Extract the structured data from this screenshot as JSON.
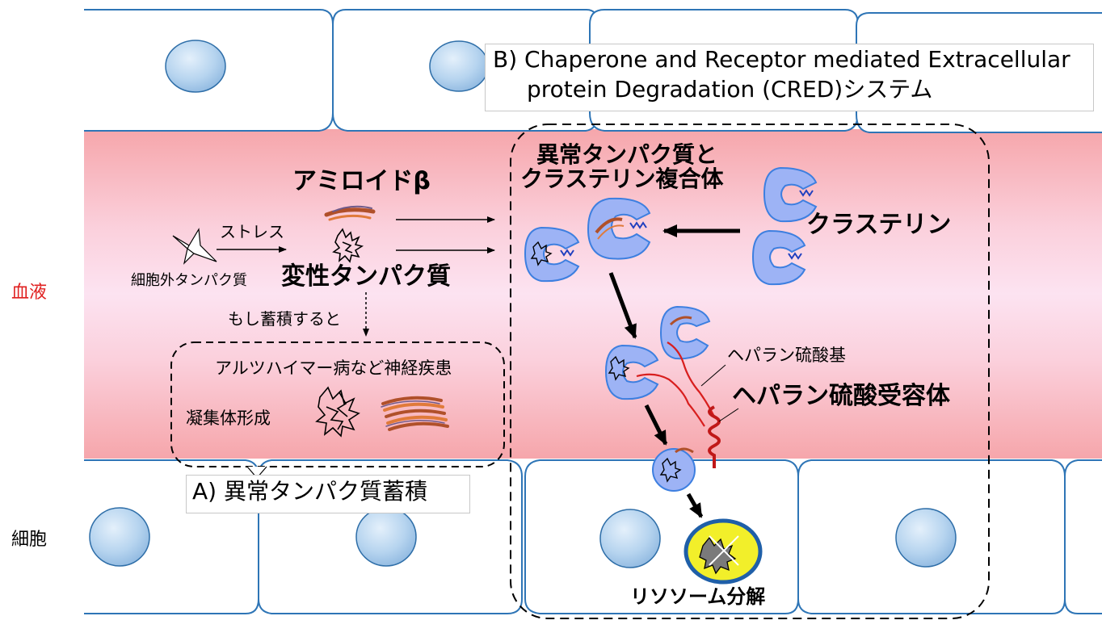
{
  "side_labels": {
    "blood": "血液",
    "cell": "細胞"
  },
  "pathway_a": {
    "title": "A) 異常タンパク質蓄積",
    "extracellular_protein": "細胞外タンパク質",
    "stress": "ストレス",
    "amyloid_beta": "アミロイドβ",
    "denatured_protein": "変性タンパク質",
    "if_accumulated": "もし蓄積すると",
    "disease": "アルツハイマー病など神経疾患",
    "aggregate": "凝集体形成"
  },
  "pathway_b": {
    "title_line1": "B) Chaperone and Receptor mediated Extracellular",
    "title_line2": "protein Degradation (CRED)システム",
    "complex_line1": "異常タンパク質と",
    "complex_line2": "クラステリン複合体",
    "clusterin": "クラステリン",
    "heparan_sulfate": "ヘパラン硫酸基",
    "heparan_receptor": "ヘパラン硫酸受容体",
    "lysosome": "リソソーム分解"
  },
  "colors": {
    "blood_edge": "#f6a6ab",
    "blood_center": "#fce3f1",
    "cell_border": "#2e75b6",
    "nucleus": "#a9cbe9",
    "side_label_blood": "#e02020",
    "heparan_chain": "#d81e1e",
    "clusterin_blue": "#3d7fe0",
    "lysosome_fill": "#f2ef2a",
    "lysosome_border": "#1f5fa8"
  }
}
